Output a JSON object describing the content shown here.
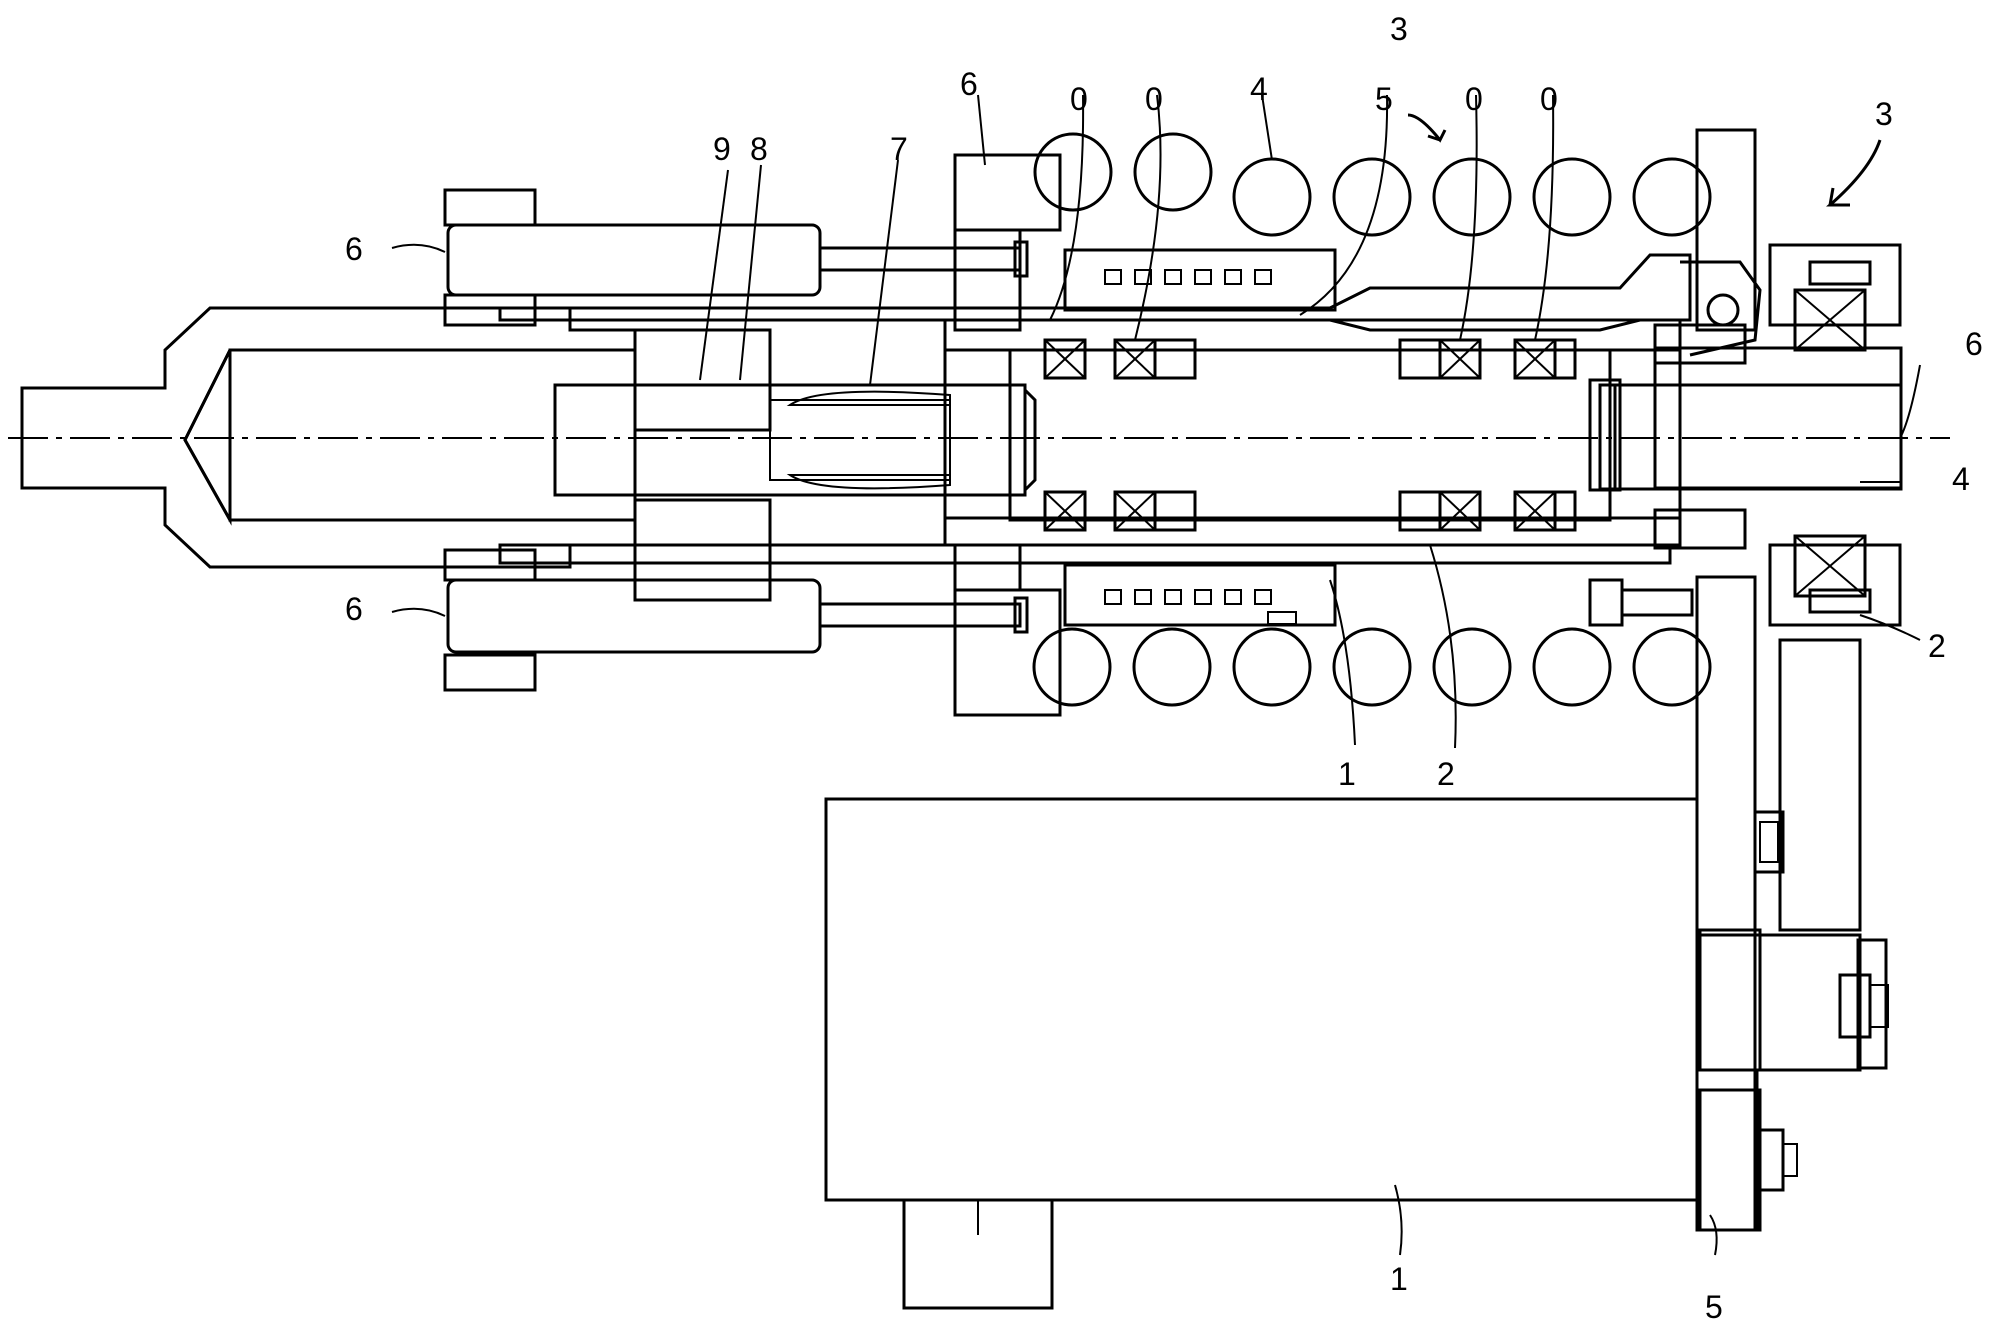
{
  "labels": {
    "l6_top_left": "6",
    "l6_bottom_left": "6",
    "l6_top_mid": "6",
    "l9": "9",
    "l8": "8",
    "l7": "7",
    "l0_a": "0",
    "l0_b": "0",
    "l4_top": "4",
    "l5_top": "5",
    "l3_top": "3",
    "l0_c": "0",
    "l0_d": "0",
    "l3_right": "3",
    "l6_right": "6",
    "l4_right": "4",
    "l2_right": "2",
    "l1_mid": "1",
    "l2_mid": "2",
    "l1_bottom": "1",
    "l5_bottom": "5"
  },
  "icons": [
    "bearing-cross-icon",
    "spring-coil-section-icon",
    "bolt-icon",
    "leader-arrow-icon"
  ]
}
